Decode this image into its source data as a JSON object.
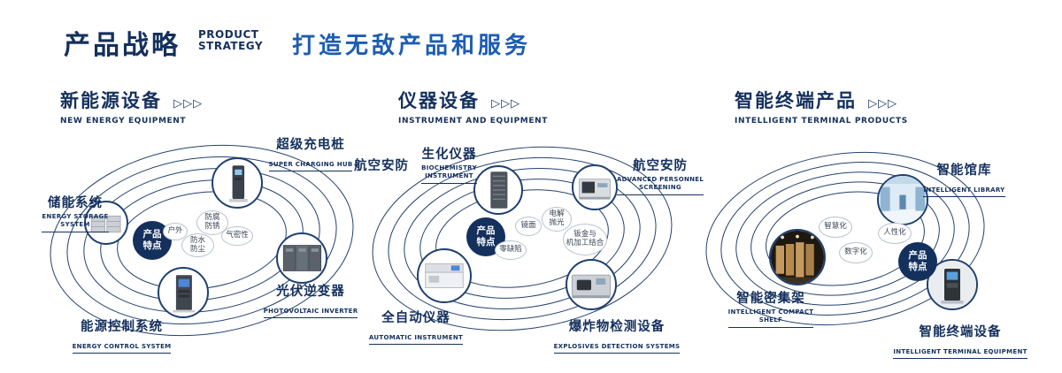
{
  "header": {
    "title": "产品战略",
    "en1": "PRODUCT",
    "en2": "STRATEGY",
    "tagline": "打造无敌产品和服务",
    "arrows": "▷▷▷"
  },
  "badge": {
    "l1": "产品",
    "l2": "特点"
  },
  "colors": {
    "navy": "#14305d",
    "blue": "#1c5cb4"
  },
  "sections": [
    {
      "title": "新能源设备",
      "subtitle": "NEW ENERGY EQUIPMENT",
      "products": [
        {
          "name": "超级充电桩",
          "en": "SUPER CHARGING HUB"
        },
        {
          "name": "储能系统",
          "en1": "ENERGY STORAGE",
          "en2": "SYSTEM"
        },
        {
          "name": "光伏逆变器",
          "en": "PHOTOVOLTAIC INVERTER"
        },
        {
          "name": "能源控制系统",
          "en": "ENERGY CONTROL SYSTEM"
        }
      ],
      "features": [
        [
          "防腐",
          "防锈"
        ],
        [
          "户外"
        ],
        [
          "气密性"
        ],
        [
          "防水",
          "防尘"
        ]
      ]
    },
    {
      "title": "仪器设备",
      "subtitle": "INSTRUMENT AND EQUIPMENT",
      "side_label": "航空安防",
      "products": [
        {
          "name": "生化仪器",
          "en1": "BIOCHEMISTRY",
          "en2": "INSTRUMENT"
        },
        {
          "name": "航空安防",
          "en1": "ADVANCED PERSONNEL",
          "en2": "SCREENING"
        },
        {
          "name": "全自动仪器",
          "en": "AUTOMATIC INSTRUMENT"
        },
        {
          "name": "爆炸物检测设备",
          "en": "EXPLOSIVES DETECTION SYSTEMS"
        }
      ],
      "features": [
        [
          "镜面"
        ],
        [
          "电解",
          "抛光"
        ],
        [
          "钣金与",
          "机加工结合"
        ],
        [
          "零缺陷"
        ]
      ]
    },
    {
      "title": "智能终端产品",
      "subtitle": "INTELLIGENT TERMINAL PRODUCTS",
      "products": [
        {
          "name": "智能馆库",
          "en": "INTELLIGENT LIBRARY"
        },
        {
          "name": "智能密集架",
          "en1": "INTELLIGENT COMPACT",
          "en2": "SHELF"
        },
        {
          "name": "智能终端设备",
          "en": "INTELLIGENT TERMINAL EQUIPMENT"
        }
      ],
      "features": [
        [
          "智慧化"
        ],
        [
          "人性化"
        ],
        [
          "数字化"
        ]
      ]
    }
  ]
}
